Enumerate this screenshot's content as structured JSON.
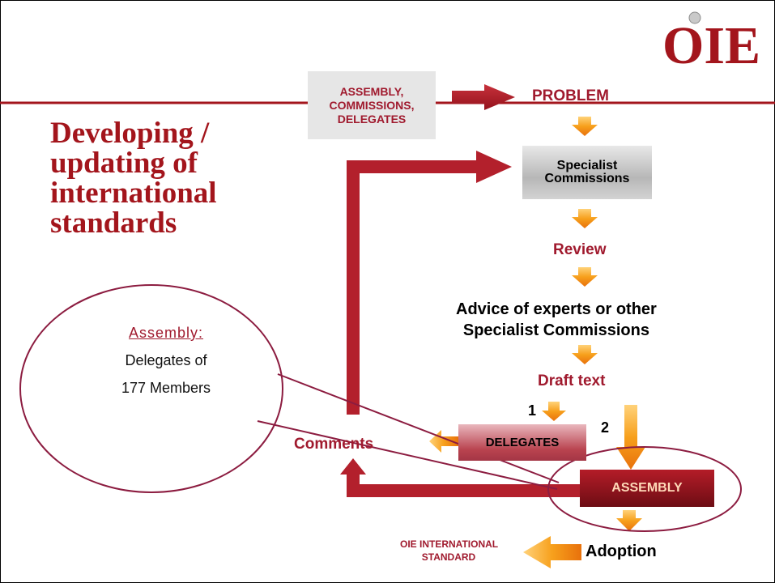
{
  "logo": {
    "text": "OIE"
  },
  "title": {
    "line1": "Developing /",
    "line2": "updating of",
    "line3": "international",
    "line4": "standards"
  },
  "nodes": {
    "assembly_source": [
      "ASSEMBLY,",
      "COMMISSIONS,",
      "DELEGATES"
    ],
    "problem": "PROBLEM",
    "specialist": [
      "Specialist",
      "Commissions"
    ],
    "review": "Review",
    "advice": [
      "Advice of experts or other",
      "Specialist Commissions"
    ],
    "draft": "Draft text",
    "path1": "1",
    "path2": "2",
    "delegates": "DELEGATES",
    "comments": "Comments",
    "assembly": "ASSEMBLY",
    "adoption": "Adoption",
    "standard": [
      "OIE INTERNATIONAL",
      "STANDARD"
    ]
  },
  "callout": {
    "heading": "Assembly:",
    "line1": "Delegates of",
    "line2": "177 Members"
  },
  "colors": {
    "brand_red": "#a3151c",
    "arrow_orange": "#f39a1c",
    "line_red": "#a01a2e"
  }
}
